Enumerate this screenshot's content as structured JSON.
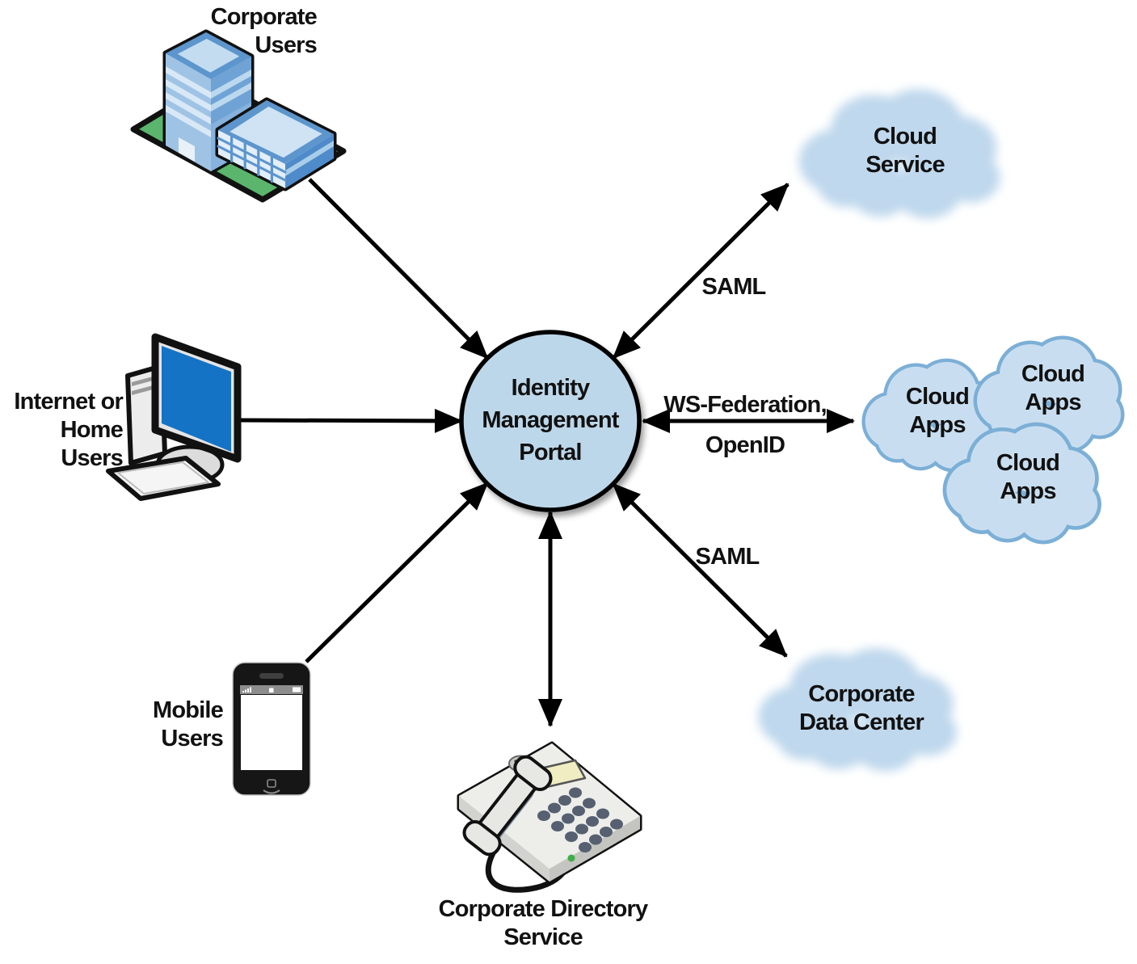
{
  "portal": {
    "label": "Identity\nManagement\nPortal"
  },
  "nodes": {
    "corporate_users": {
      "label": "Corporate\nUsers",
      "icon": "office-building"
    },
    "internet_home_users": {
      "label": "Internet or\nHome Users",
      "icon": "desktop-computer"
    },
    "mobile_users": {
      "label": "Mobile\nUsers",
      "icon": "smartphone"
    },
    "corporate_directory_service": {
      "label": "Corporate Directory\nService",
      "icon": "desk-telephone"
    },
    "cloud_service": {
      "label": "Cloud\nService",
      "icon": "fuzzy-cloud"
    },
    "cloud_apps_left": {
      "label": "Cloud\nApps",
      "icon": "outlined-cloud"
    },
    "cloud_apps_top": {
      "label": "Cloud\nApps",
      "icon": "outlined-cloud"
    },
    "cloud_apps_bottom": {
      "label": "Cloud\nApps",
      "icon": "outlined-cloud"
    },
    "corporate_data_center": {
      "label": "Corporate\nData Center",
      "icon": "fuzzy-cloud"
    }
  },
  "edges": [
    {
      "from": "corporate_users",
      "to": "portal",
      "arrows": "to",
      "label": ""
    },
    {
      "from": "internet_home_users",
      "to": "portal",
      "arrows": "to",
      "label": ""
    },
    {
      "from": "mobile_users",
      "to": "portal",
      "arrows": "to",
      "label": ""
    },
    {
      "from": "portal",
      "to": "corporate_directory_service",
      "arrows": "both",
      "label": ""
    },
    {
      "from": "portal",
      "to": "cloud_service",
      "arrows": "both",
      "label": "SAML"
    },
    {
      "from": "portal",
      "to": "cloud_apps",
      "arrows": "both",
      "label": "WS-Federation,\nOpenID"
    },
    {
      "from": "portal",
      "to": "corporate_data_center",
      "arrows": "both",
      "label": "SAML"
    }
  ],
  "colors": {
    "background": "#ffffff",
    "text": "#111111",
    "arrow": "#000000",
    "portal_fill": "#bdd7ea",
    "portal_stroke": "#000000",
    "outlined_cloud_fill": "#c8def0",
    "outlined_cloud_stroke": "#7cafd6",
    "fuzzy_cloud_fill": "#bfd8ed",
    "building_base_green": "#5bb56d",
    "building_blue_light": "#9fc3e4",
    "building_blue_dark": "#6fa3d6",
    "monitor_screen_blue": "#1573c6",
    "phone_body_black": "#161616",
    "desk_phone_gray": "#ededea",
    "keypad_gray": "#566070"
  }
}
